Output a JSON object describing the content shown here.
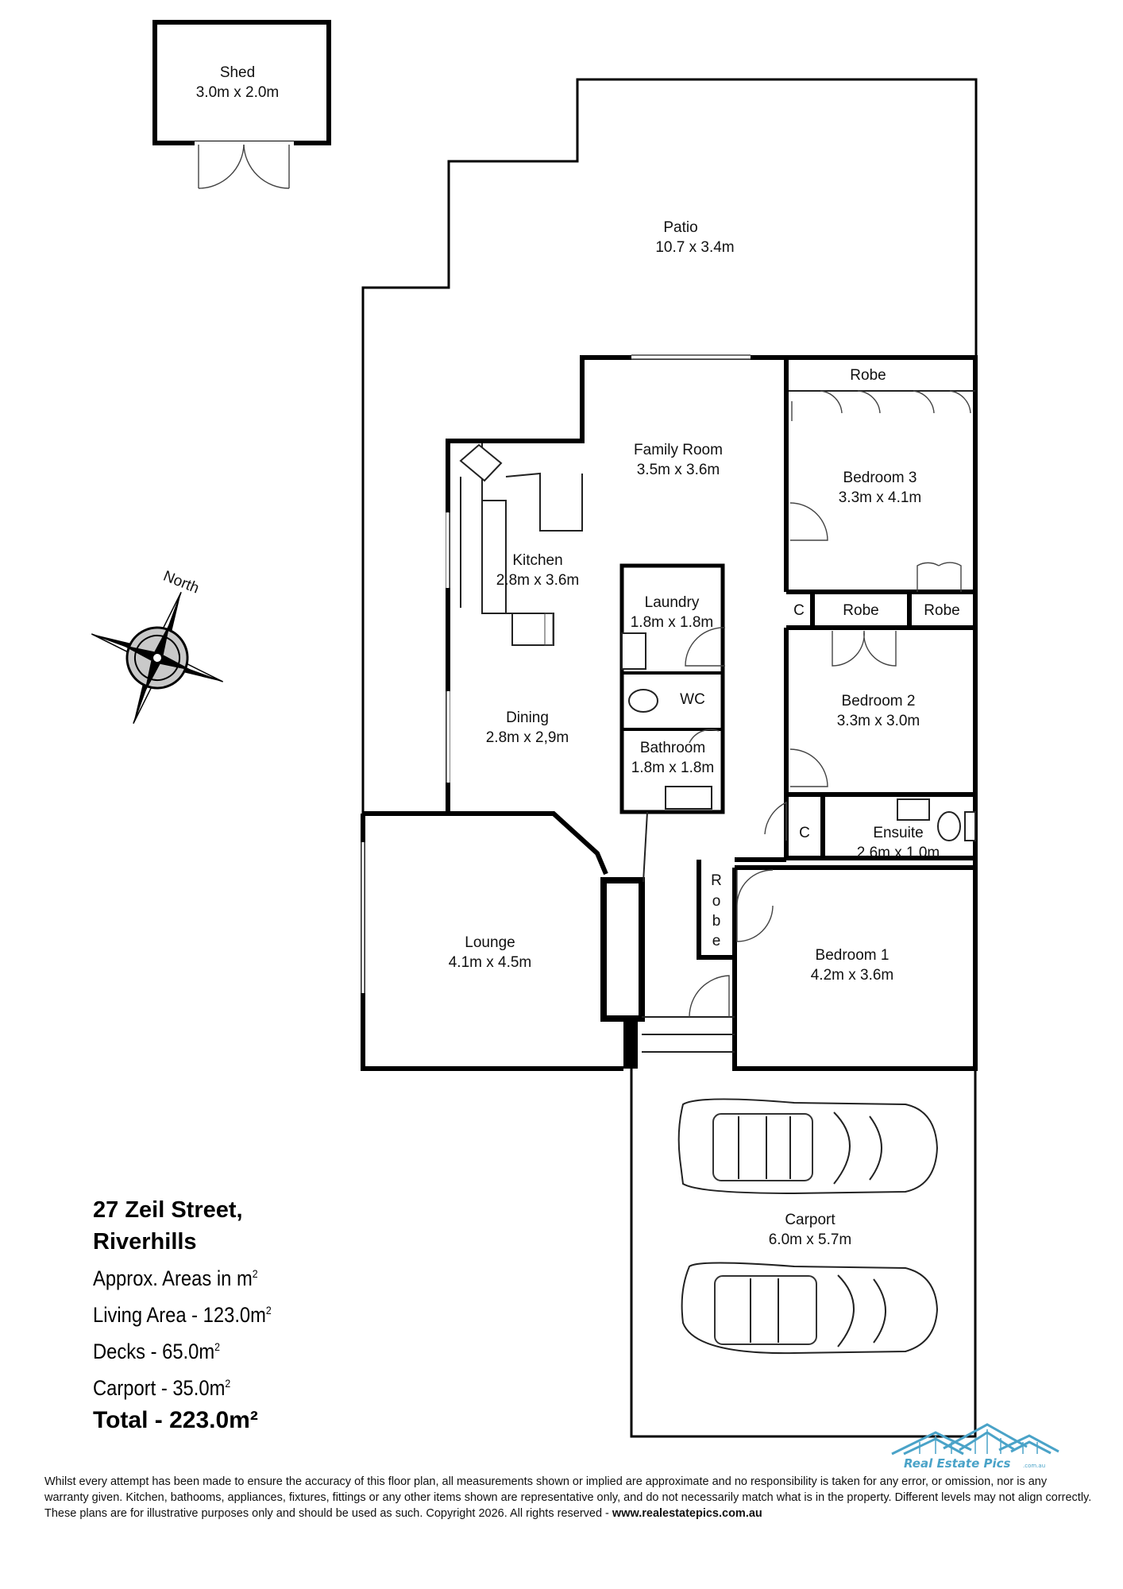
{
  "rooms": {
    "shed": {
      "name": "Shed",
      "size": "3.0m x 2.0m"
    },
    "patio": {
      "name": "Patio",
      "size": "10.7 x 3.4m"
    },
    "robe_top": {
      "name": "Robe"
    },
    "family_room": {
      "name": "Family Room",
      "size": "3.5m x 3.6m"
    },
    "bedroom3": {
      "name": "Bedroom 3",
      "size": "3.3m x 4.1m"
    },
    "kitchen": {
      "name": "Kitchen",
      "size": "2.8m x 3.6m"
    },
    "laundry": {
      "name": "Laundry",
      "size": "1.8m x 1.8m"
    },
    "cupboard_c1": {
      "name": "C"
    },
    "robe_mid1": {
      "name": "Robe"
    },
    "robe_mid2": {
      "name": "Robe"
    },
    "wc": {
      "name": "WC"
    },
    "bedroom2": {
      "name": "Bedroom 2",
      "size": "3.3m x 3.0m"
    },
    "dining": {
      "name": "Dining",
      "size": "2.8m x 2,9m"
    },
    "bathroom": {
      "name": "Bathroom",
      "size": "1.8m x 1.8m"
    },
    "cupboard_c2": {
      "name": "C"
    },
    "ensuite": {
      "name": "Ensuite",
      "size": "2.6m x 1.0m"
    },
    "robe_vertical": {
      "letters": [
        "R",
        "o",
        "b",
        "e"
      ]
    },
    "lounge": {
      "name": "Lounge",
      "size": "4.1m x 4.5m"
    },
    "bedroom1": {
      "name": "Bedroom 1",
      "size": "4.2m x 3.6m"
    },
    "carport": {
      "name": "Carport",
      "size": "6.0m x 5.7m"
    }
  },
  "compass": {
    "label": "North",
    "icon": "compass-rose-icon"
  },
  "info": {
    "address_line1": "27 Zeil Street,",
    "address_line2": "Riverhills",
    "areas_heading": "Approx. Areas in m",
    "living_area": "Living Area - 123.0m",
    "decks": "Decks - 65.0m",
    "carport": "Carport - 35.0m",
    "superscript": "2",
    "total": "Total - 223.0m²"
  },
  "logo": {
    "text": "Real Estate Pics",
    "domain": ".com.au",
    "color": "#4aa3c8"
  },
  "disclaimer": {
    "text": "Whilst every attempt has been made to ensure the accuracy of this floor plan, all measurements shown or implied are approximate and no responsibility is taken for any error, or omission, nor is any warranty given.  Kitchen, bathooms, appliances, fixtures, fittings or any  other items shown  are representative only, and do not necessarily match what is in the property.  Different levels may not align correctly.  These plans are for illustrative purposes only and should be used as such.  Copyright 2026.  All rights reserved - ",
    "website": "www.realestatepics.com.au"
  }
}
